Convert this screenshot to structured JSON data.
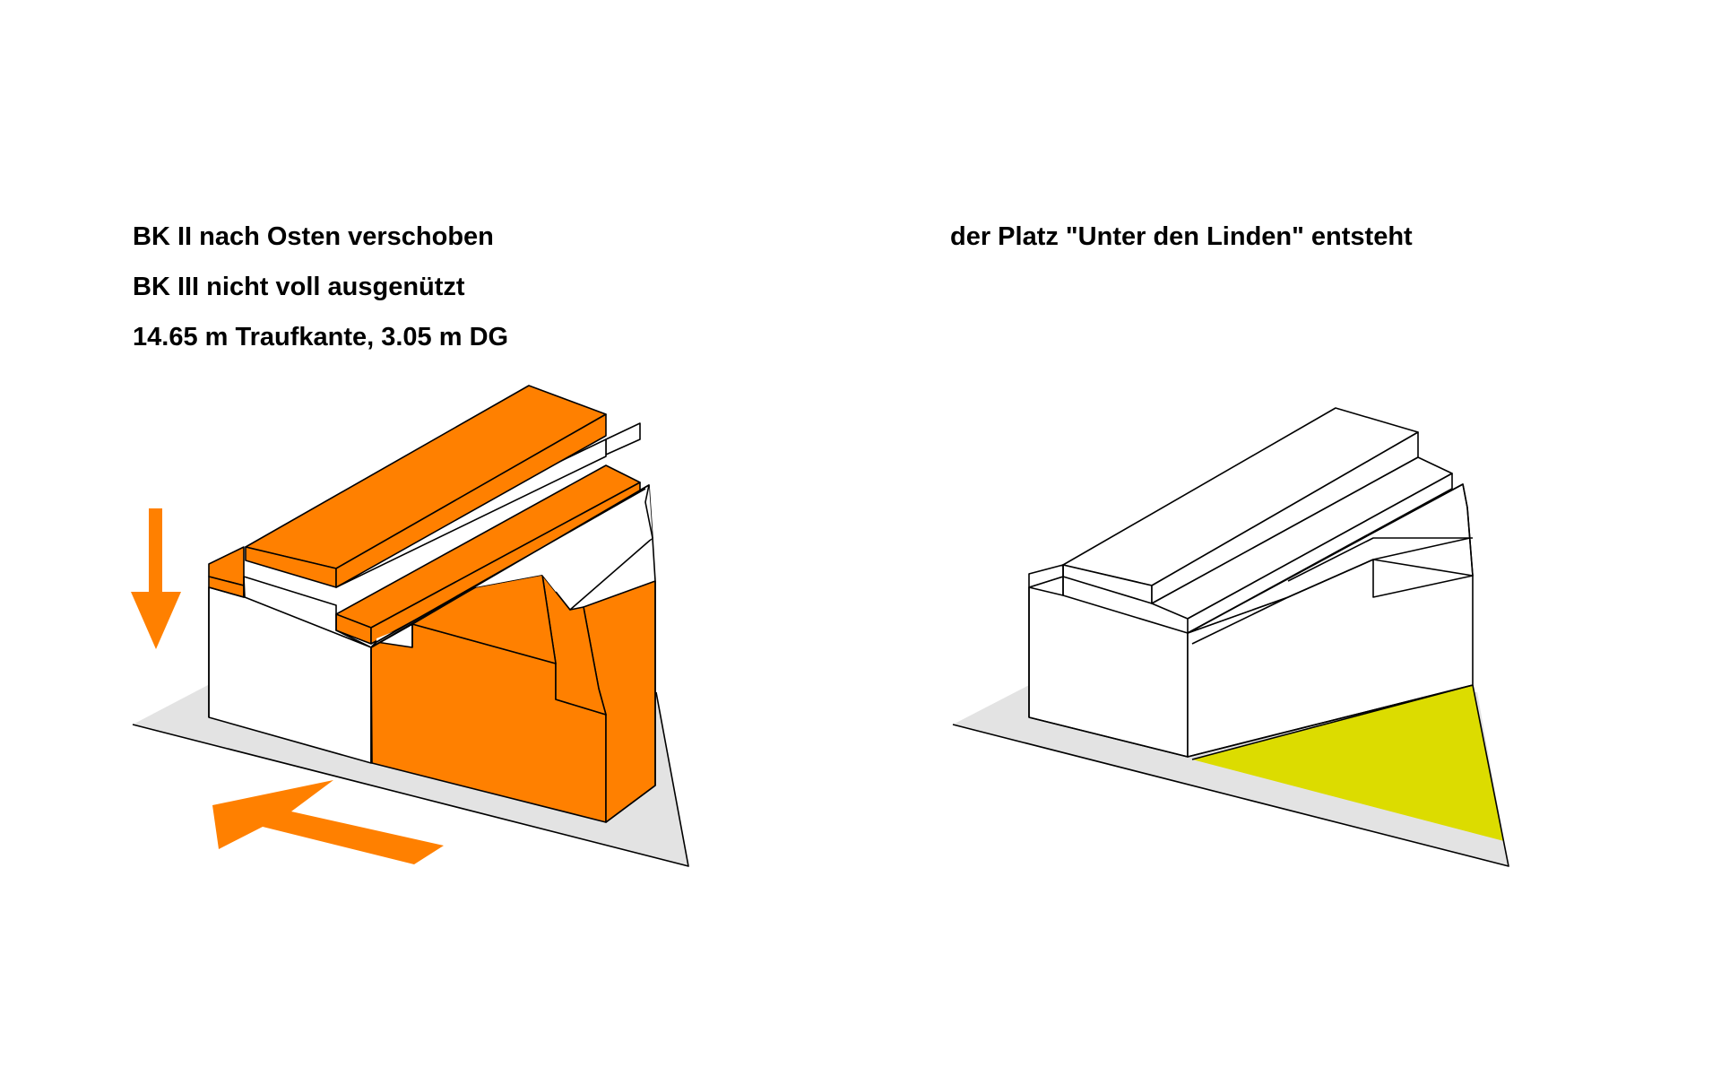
{
  "left_panel": {
    "lines": [
      "BK II nach Osten verschoben",
      "BK III nicht voll ausgenützt",
      "14.65 m Traufkante, 3.05 m DG"
    ]
  },
  "right_panel": {
    "lines": [
      "der Platz \"Unter den Linden\" entsteht"
    ]
  },
  "colors": {
    "accent_orange": "#ff8000",
    "plaza_yellow": "#dcdc00",
    "ground_grey": "#e3e3e3",
    "outline": "#000000",
    "background": "#ffffff"
  },
  "icons": {
    "arrow_down": "arrow-down-icon",
    "arrow_left": "arrow-left-icon"
  }
}
